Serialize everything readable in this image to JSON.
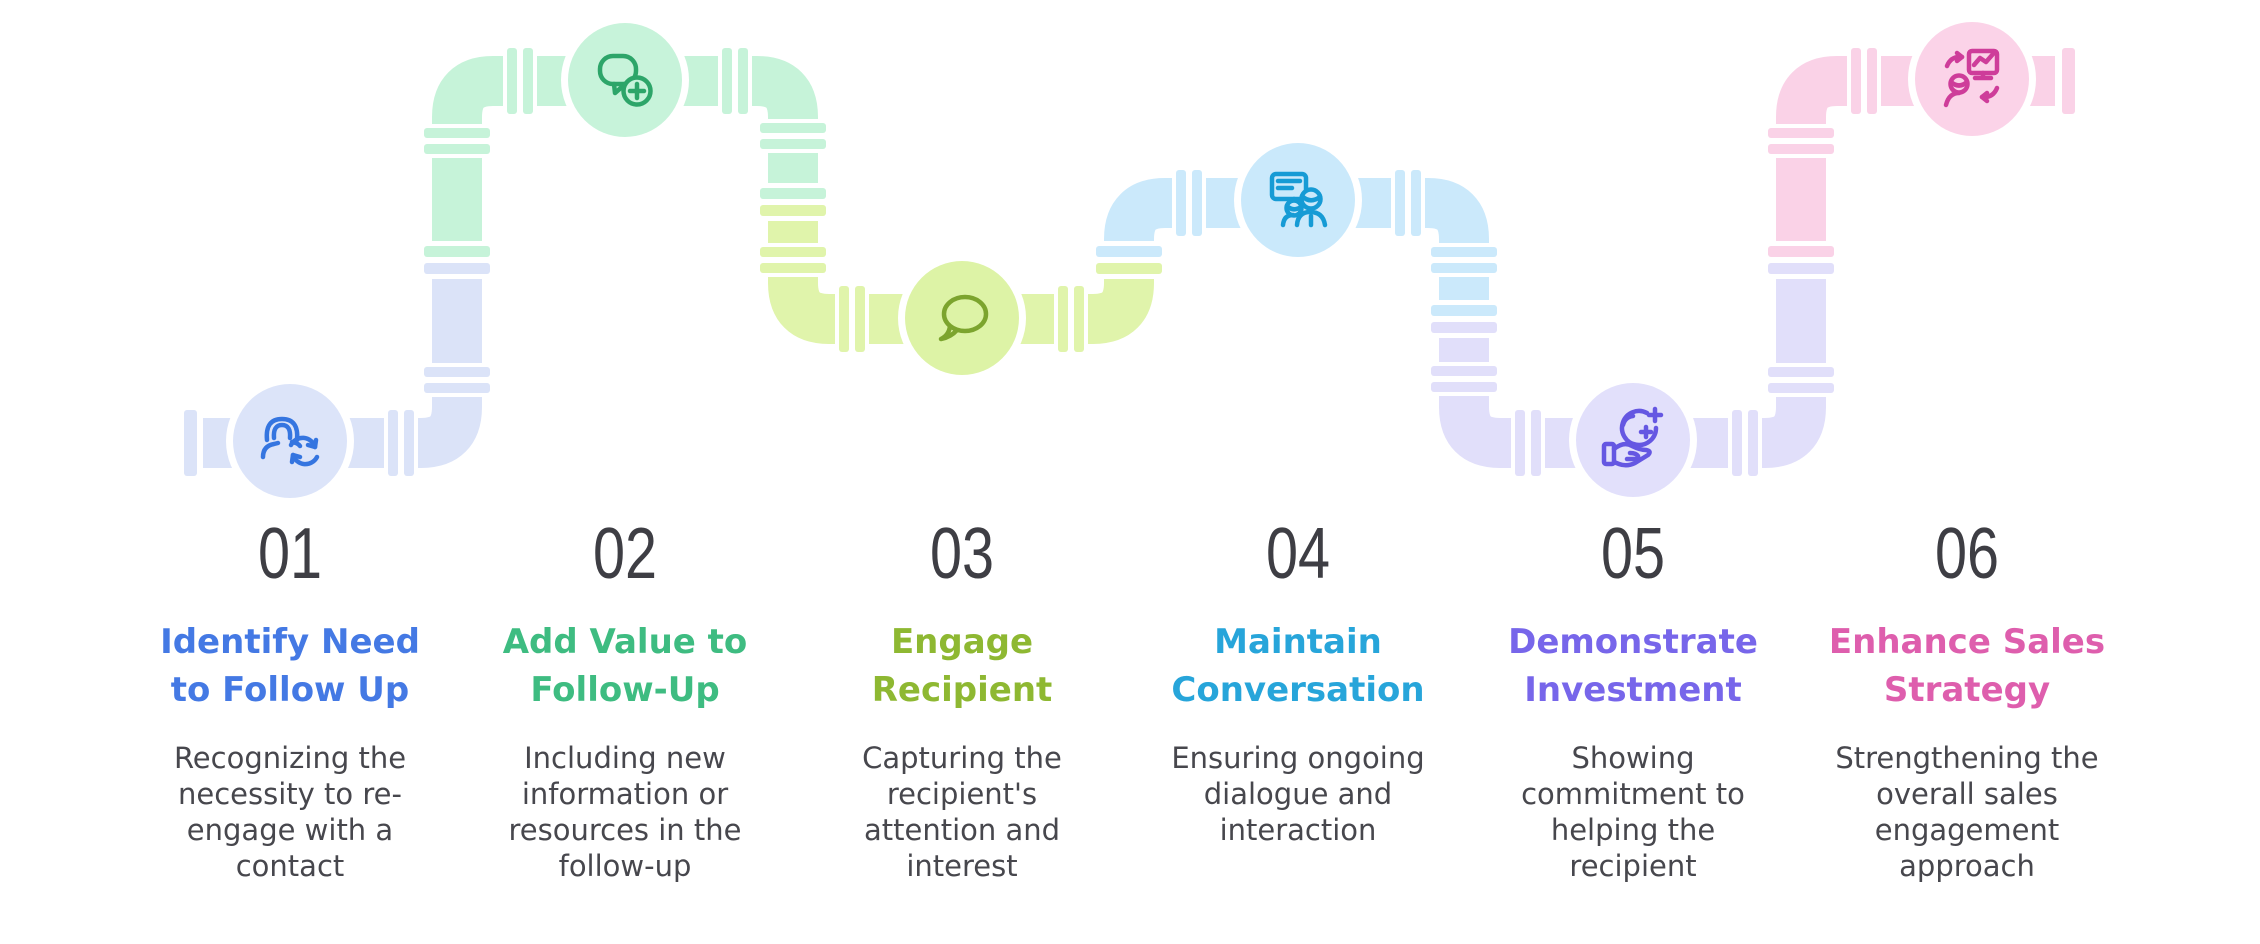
{
  "palette": {
    "pipe_periwinkle": "#dbe3f8",
    "pipe_mint": "#c6f3d9",
    "pipe_lime": "#e0f4ab",
    "pipe_blue": "#cbe9fb",
    "pipe_lavender": "#e1dffa",
    "pipe_pink": "#fad2e7",
    "number_color": "#3e3e44",
    "description_color": "#47474d"
  },
  "steps": [
    {
      "number": "01",
      "title": "Identify Need to Follow Up",
      "description": "Recognizing the necessity to re-engage with a contact",
      "title_color": "#4479e4",
      "icon": "person-sync-icon",
      "icon_color": "#3575e0",
      "circle_color": "#dce4f9"
    },
    {
      "number": "02",
      "title": "Add Value to Follow-Up",
      "description": "Including new information or resources in the follow-up",
      "title_color": "#3ebc81",
      "icon": "chat-add-icon",
      "icon_color": "#2da569",
      "circle_color": "#c7f3da"
    },
    {
      "number": "03",
      "title": "Engage Recipient",
      "description": "Capturing the recipient's attention and interest",
      "title_color": "#8eb832",
      "icon": "speech-bubble-icon",
      "icon_color": "#7ca42e",
      "circle_color": "#ddf3a6"
    },
    {
      "number": "04",
      "title": "Maintain Conversation",
      "description": "Ensuring ongoing dialogue and interaction",
      "title_color": "#27a5da",
      "icon": "group-message-icon",
      "icon_color": "#169bd5",
      "circle_color": "#cae9fb"
    },
    {
      "number": "05",
      "title": "Demonstrate Investment",
      "description": "Showing commitment to helping the recipient",
      "title_color": "#7766ea",
      "icon": "hand-care-icon",
      "icon_color": "#6557e2",
      "circle_color": "#e2e0fb"
    },
    {
      "number": "06",
      "title": "Enhance Sales Strategy",
      "description": "Strengthening the overall sales engagement approach",
      "title_color": "#de5ead",
      "icon": "strategy-screen-icon",
      "icon_color": "#ce3d9a",
      "circle_color": "#fbd3e8"
    }
  ]
}
